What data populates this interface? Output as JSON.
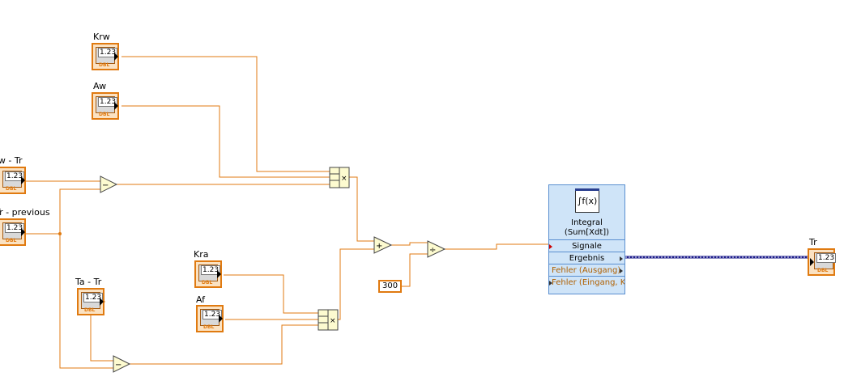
{
  "terminals": {
    "krw": {
      "label": "Krw",
      "value": "1.23",
      "type": "DBL"
    },
    "aw": {
      "label": "Aw",
      "value": "1.23",
      "type": "DBL"
    },
    "tw_tr": {
      "label": "Tw - Tr",
      "value": "1.23",
      "type": "DBL"
    },
    "tr_previous": {
      "label": "Tr - previous",
      "value": "1.23",
      "type": "DBL"
    },
    "ta_tr": {
      "label": "Ta - Tr",
      "value": "1.23",
      "type": "DBL"
    },
    "kra": {
      "label": "Kra",
      "value": "1.23",
      "type": "DBL"
    },
    "af": {
      "label": "Af",
      "value": "1.23",
      "type": "DBL"
    },
    "tr": {
      "label": "Tr",
      "value": "1.23",
      "type": "DBL"
    }
  },
  "constant": "300",
  "integral": {
    "icon": "∫f(x)",
    "title_line1": "Integral",
    "title_line2": "(Sum[Xdt])",
    "signale": "Signale",
    "ergebnis": "Ergebnis",
    "fehler_out": "Fehler (Ausgang)",
    "fehler_in": "Fehler (Eingang, K"
  },
  "operators": {
    "multiply": "×",
    "add": "+",
    "subtract": "−",
    "divide": "÷"
  },
  "colors": {
    "wire_numeric": "#e07a10",
    "wire_dynamic": "#1a1a8a",
    "terminal_border": "#e07a10"
  }
}
